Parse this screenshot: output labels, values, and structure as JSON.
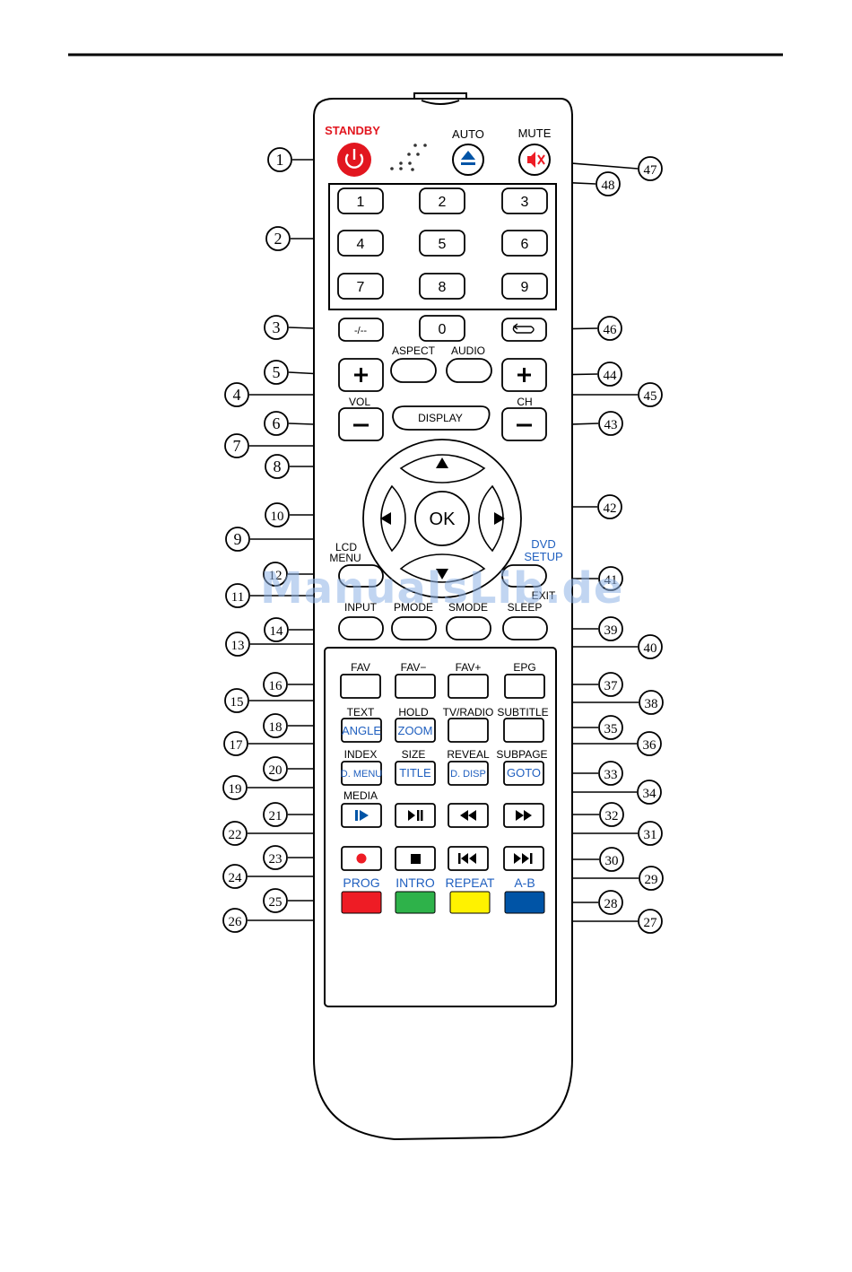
{
  "watermark": "ManualsLib.de",
  "colors": {
    "standby": "#e2161f",
    "blue_text": "#1f5fbf",
    "red": "#ee1c25",
    "green": "#2eb24a",
    "yellow": "#fff200",
    "blue": "#0054a6"
  },
  "top_labels": {
    "standby": "STANDBY",
    "auto": "AUTO",
    "mute": "MUTE"
  },
  "numeric_keys": [
    "1",
    "2",
    "3",
    "4",
    "5",
    "6",
    "7",
    "8",
    "9",
    "0"
  ],
  "dash_key": "-/--",
  "mid_labels": {
    "aspect": "ASPECT",
    "audio": "AUDIO",
    "vol": "VOL",
    "ch": "CH",
    "display": "DISPLAY",
    "ok": "OK",
    "lcd": "LCD",
    "menu": "MENU",
    "dvd": "DVD",
    "setup": "SETUP",
    "exit": "EXIT",
    "input": "INPUT",
    "pmode": "PMODE",
    "smode": "SMODE",
    "sleep": "SLEEP"
  },
  "lower_labels": {
    "fav": "FAV",
    "fav_minus": "FAV−",
    "fav_plus": "FAV+",
    "epg": "EPG",
    "text": "TEXT",
    "hold": "HOLD",
    "tvradio": "TV/RADIO",
    "subtitle": "SUBTITLE",
    "angle": "ANGLE",
    "zoom": "ZOOM",
    "index": "INDEX",
    "size": "SIZE",
    "reveal": "REVEAL",
    "subpage": "SUBPAGE",
    "dmenu": "D. MENU",
    "title": "TITLE",
    "ddisp": "D. DISP",
    "goto": "GOTO",
    "media": "MEDIA",
    "prog": "PROG",
    "intro": "INTRO",
    "repeat": "REPEAT",
    "ab": "A-B"
  },
  "callout_numbers": [
    "1",
    "2",
    "3",
    "4",
    "5",
    "6",
    "7",
    "8",
    "9",
    "10",
    "11",
    "12",
    "13",
    "14",
    "15",
    "16",
    "17",
    "18",
    "19",
    "20",
    "21",
    "22",
    "23",
    "24",
    "25",
    "26",
    "27",
    "28",
    "29",
    "30",
    "31",
    "32",
    "33",
    "34",
    "35",
    "36",
    "37",
    "38",
    "39",
    "40",
    "41",
    "42",
    "43",
    "44",
    "45",
    "46",
    "47",
    "48"
  ],
  "icons": {
    "standby": "power-icon",
    "auto": "eject-icon",
    "mute": "mute-icon",
    "swap": "return-icon",
    "play_pause": "play-pause-icon",
    "rewind": "rewind-icon",
    "fast_forward": "fast-forward-icon",
    "record": "record-icon",
    "stop": "stop-icon",
    "prev": "previous-icon",
    "next": "next-icon",
    "media": "step-play-icon"
  }
}
